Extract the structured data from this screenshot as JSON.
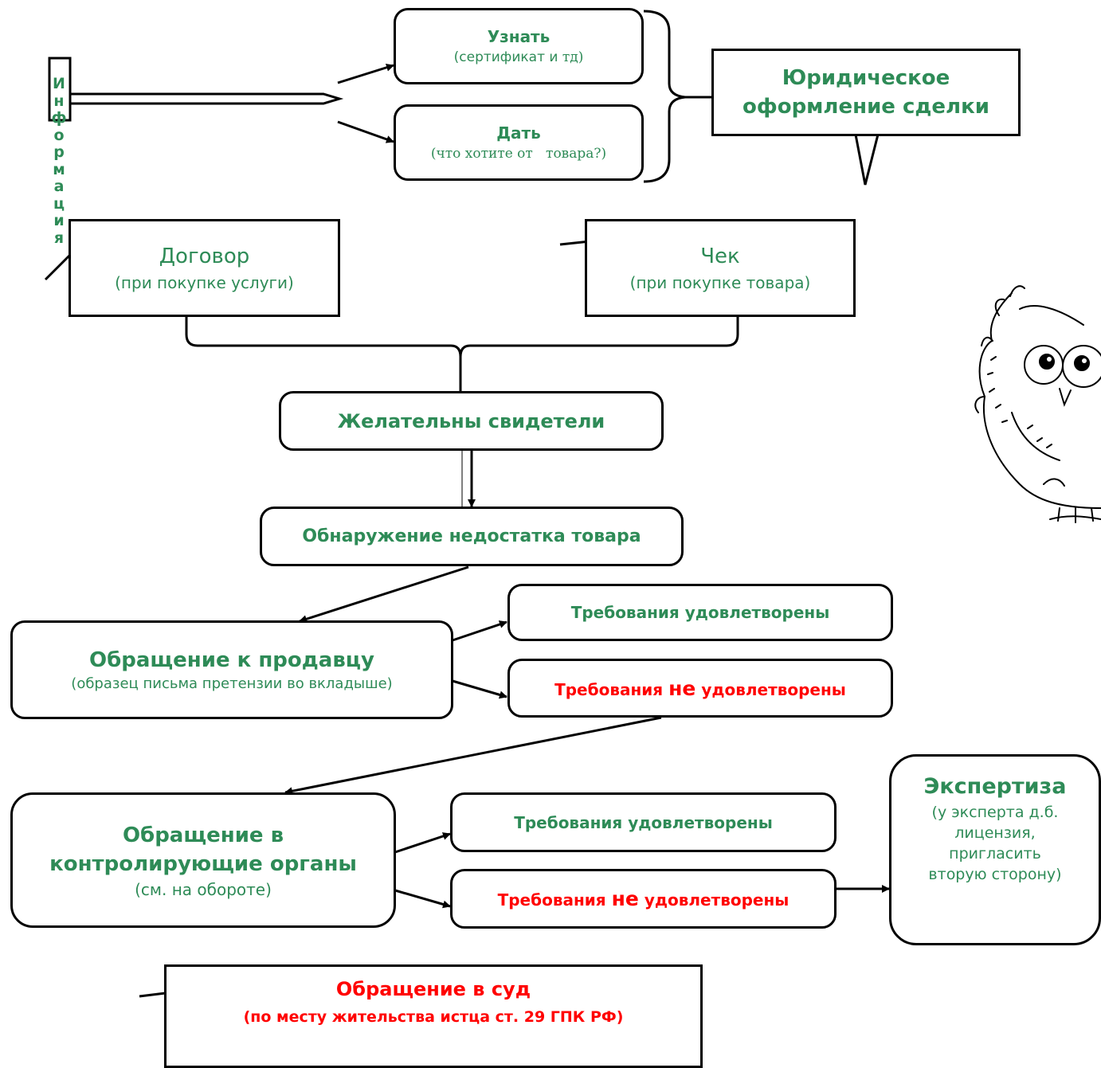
{
  "info_label": {
    "letters": [
      "И",
      "н",
      "ф",
      "о",
      "р",
      "м",
      "а",
      "ц",
      "и",
      "я"
    ]
  },
  "learn_box": {
    "title": "Узнать",
    "subtitle_a": "(сертификат и ",
    "subtitle_b": "тд)"
  },
  "give_box": {
    "title": "Дать",
    "subtitle": "(что хотите от   товара?)"
  },
  "legal_callout": {
    "line1": "Юридическое",
    "line2": "оформление сделки"
  },
  "contract_box": {
    "title": "Договор",
    "subtitle": "(при покупке услуги)"
  },
  "receipt_box": {
    "title": "Чек",
    "subtitle": "(при покупке товара)"
  },
  "witnesses_box": {
    "title": "Желательны свидетели"
  },
  "defect_box": {
    "title": "Обнаружение недостатка товара"
  },
  "seller_box": {
    "title": "Обращение к продавцу",
    "subtitle": "(образец письма претензии во вкладыше)"
  },
  "seller_ok": {
    "text": "Требования удовлетворены"
  },
  "seller_not_ok": {
    "part1": "Требования ",
    "part2": "не",
    "part3": " удовлетворены"
  },
  "authority_box": {
    "line1": "Обращение в",
    "line2": "контролирующие органы",
    "subtitle": "(см. на обороте)"
  },
  "authority_ok": {
    "text": "Требования удовлетворены"
  },
  "authority_not_ok": {
    "part1": "Требования ",
    "part2": "не",
    "part3": " удовлетворены"
  },
  "expertise_box": {
    "title": "Экспертиза",
    "line1": "(у эксперта д.б.",
    "line2": "лицензия,",
    "line3": "пригласить",
    "line4": "вторую сторону)"
  },
  "court_box": {
    "title": "Обращение в суд",
    "subtitle": "(по месту жительства истца ст. 29 ГПК РФ)"
  },
  "colors": {
    "green": "#2e8b57",
    "red": "#ff0000",
    "line": "#000000"
  },
  "icons": {
    "owl": "owl-illustration"
  }
}
